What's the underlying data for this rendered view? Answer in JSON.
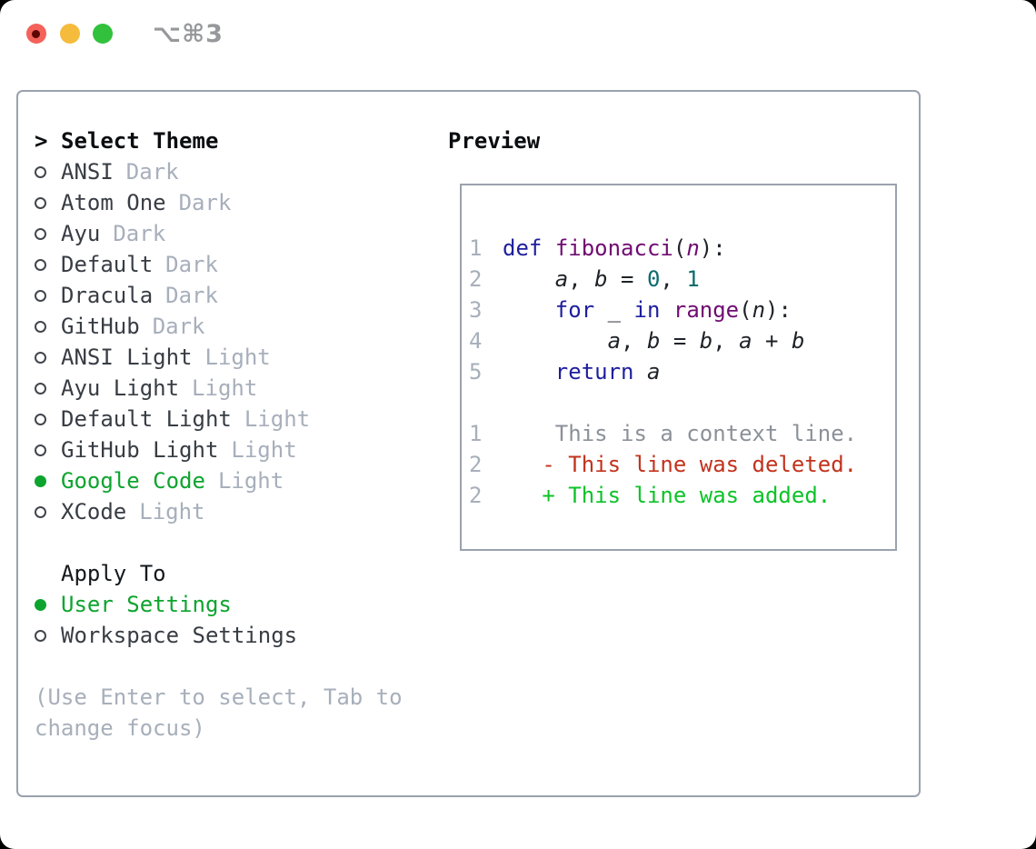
{
  "window": {
    "title": "⌥⌘3",
    "traffic_lights": [
      {
        "name": "close",
        "color": "#f4625a",
        "has_unsaved_dot": true
      },
      {
        "name": "minimize",
        "color": "#f5bb3d"
      },
      {
        "name": "zoom",
        "color": "#32c13d"
      }
    ]
  },
  "theme_selector": {
    "prompt": ">",
    "title": "Select Theme",
    "themes": [
      {
        "name": "ANSI",
        "tag": "Dark",
        "selected": false
      },
      {
        "name": "Atom One",
        "tag": "Dark",
        "selected": false
      },
      {
        "name": "Ayu",
        "tag": "Dark",
        "selected": false
      },
      {
        "name": "Default",
        "tag": "Dark",
        "selected": false
      },
      {
        "name": "Dracula",
        "tag": "Dark",
        "selected": false
      },
      {
        "name": "GitHub",
        "tag": "Dark",
        "selected": false
      },
      {
        "name": "ANSI Light",
        "tag": "Light",
        "selected": false
      },
      {
        "name": "Ayu Light",
        "tag": "Light",
        "selected": false
      },
      {
        "name": "Default Light",
        "tag": "Light",
        "selected": false
      },
      {
        "name": "GitHub Light",
        "tag": "Light",
        "selected": false
      },
      {
        "name": "Google Code",
        "tag": "Light",
        "selected": true
      },
      {
        "name": "XCode",
        "tag": "Light",
        "selected": false
      }
    ]
  },
  "apply_to": {
    "title": "Apply To",
    "options": [
      {
        "name": "User Settings",
        "selected": true
      },
      {
        "name": "Workspace Settings",
        "selected": false
      }
    ]
  },
  "hint": "(Use Enter to select, Tab to change focus)",
  "preview": {
    "title": "Preview",
    "code_lines": [
      {
        "num": "1",
        "tokens": [
          [
            "def",
            "kw"
          ],
          [
            " ",
            "pl"
          ],
          [
            "fibonacci",
            "fn"
          ],
          [
            "(",
            "pl"
          ],
          [
            "n",
            "param"
          ],
          [
            "):",
            "pl"
          ]
        ]
      },
      {
        "num": "2",
        "tokens": [
          [
            "    ",
            "pl"
          ],
          [
            "a",
            "var"
          ],
          [
            ", ",
            "pl"
          ],
          [
            "b",
            "var"
          ],
          [
            " = ",
            "pl"
          ],
          [
            "0",
            "lit"
          ],
          [
            ", ",
            "pl"
          ],
          [
            "1",
            "lit"
          ]
        ]
      },
      {
        "num": "3",
        "tokens": [
          [
            "    ",
            "pl"
          ],
          [
            "for",
            "kw"
          ],
          [
            " ",
            "pl"
          ],
          [
            "_",
            "pl"
          ],
          [
            " ",
            "pl"
          ],
          [
            "in",
            "kw"
          ],
          [
            " ",
            "pl"
          ],
          [
            "range",
            "fn"
          ],
          [
            "(",
            "pl"
          ],
          [
            "n",
            "var"
          ],
          [
            "):",
            "pl"
          ]
        ]
      },
      {
        "num": "4",
        "tokens": [
          [
            "        ",
            "pl"
          ],
          [
            "a",
            "var"
          ],
          [
            ", ",
            "pl"
          ],
          [
            "b",
            "var"
          ],
          [
            " = ",
            "pl"
          ],
          [
            "b",
            "var"
          ],
          [
            ", ",
            "pl"
          ],
          [
            "a",
            "var"
          ],
          [
            " + ",
            "pl"
          ],
          [
            "b",
            "var"
          ]
        ]
      },
      {
        "num": "5",
        "tokens": [
          [
            "    ",
            "pl"
          ],
          [
            "return",
            "kw"
          ],
          [
            " ",
            "pl"
          ],
          [
            "a",
            "var"
          ]
        ]
      }
    ],
    "diff_lines": [
      {
        "num": "1",
        "text": "    This is a context line.",
        "kind": "context"
      },
      {
        "num": "2",
        "text": "   - This line was deleted.",
        "kind": "deleted"
      },
      {
        "num": "2",
        "text": "   + This line was added.",
        "kind": "added"
      }
    ]
  },
  "colors": {
    "panel_border": "#9aa2ad",
    "selected_green": "#0da42e",
    "keyword_blue": "#1e1e9e",
    "function_purple": "#700c72",
    "literal_teal": "#0c6b6e",
    "diff_deleted_red": "#c2331d",
    "diff_added_green": "#0cc327",
    "diff_context_gray": "#8b9199",
    "muted_gray": "#a7afbb",
    "text_dark": "#383d44"
  }
}
